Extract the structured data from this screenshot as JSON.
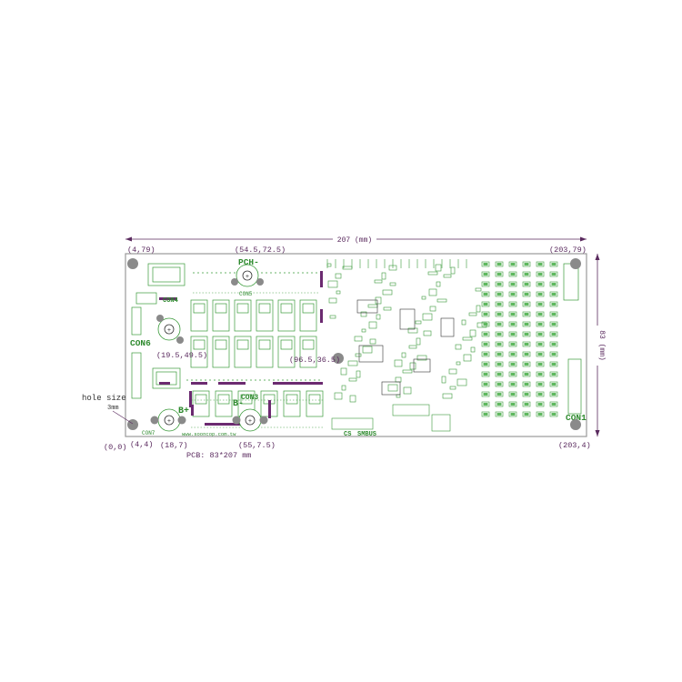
{
  "dimensions": {
    "width_label": "207 (mm)",
    "height_label": "83 (mm)",
    "pcb_size": "PCB: 83*207 mm"
  },
  "hole_note": {
    "line1": "hole size",
    "line2": "3mm"
  },
  "coordinates": {
    "origin": "(0,0)",
    "top_left": "(4,79)",
    "bottom_left": "(4,4)",
    "top_right": "(203,79)",
    "bottom_right": "(203,4)",
    "pch_mount": "(54.5,72.5)",
    "con4_mount": "(19.5,49.5)",
    "mid_mount": "(96.5,36.5)",
    "bplus_mount": "(18,7)",
    "bminus_mount": "(55,7.5)"
  },
  "labels": {
    "pch": "PCH-",
    "con1": "CON1",
    "con3": "CON3",
    "con4": "CON4",
    "con5": "CON5",
    "con6": "CON6",
    "con7": "CON7",
    "bplus": "B+",
    "bminus": "B-",
    "cs": "CS",
    "smbus": "SMBUS",
    "website": "www.sooncop.com.tw"
  },
  "colors": {
    "board_outline": "#9a9a9a",
    "silkscreen": "#3a9a3a",
    "pad": "#6b2a70",
    "hole": "#8a8a8a",
    "dimension": "#5a2a5e"
  }
}
